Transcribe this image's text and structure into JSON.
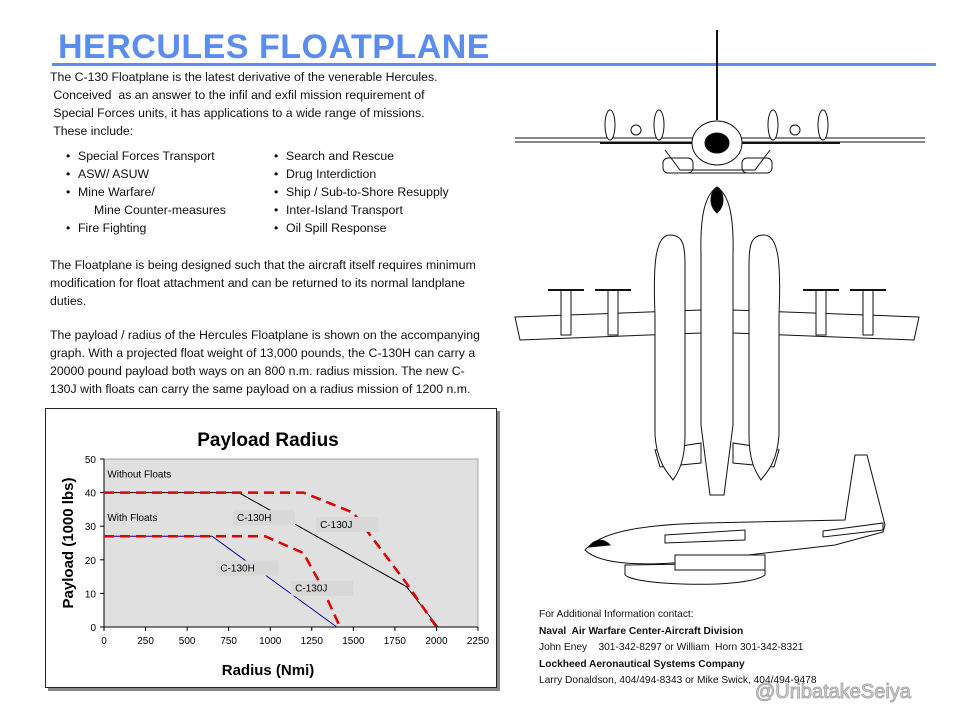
{
  "title": "HERCULES FLOATPLANE",
  "intro": [
    "The C-130 Floatplane is the latest derivative  of the venerable Hercules.",
    " Conceived  as an answer to the infil and exfil mission requirement of",
    " Special Forces units, it has applications to a wide range of missions.",
    " These include:"
  ],
  "missions_left": [
    "Special Forces Transport",
    "ASW/ ASUW",
    "Mine Warfare/",
    "Mine Counter-measures",
    "Fire Fighting"
  ],
  "missions_right": [
    "Search and Rescue",
    "Drug Interdiction",
    "Ship / Sub-to-Shore Resupply",
    "Inter-Island Transport",
    "Oil Spill Response"
  ],
  "paragraph2": "The Floatplane is being designed  such that the aircraft itself requires minimum modification for float attachment and can be returned to its normal landplane duties.",
  "paragraph3": "The payload / radius of the Hercules Floatplane is shown on the accompanying graph.  With a projected float weight of 13,000 pounds, the C-130H can carry a 20000 pound payload both ways on an 800 n.m. radius mission.  The new C-130J with floats can carry the same payload on a radius mission of 1200 n.m.",
  "contact": {
    "heading": "For Additional Information contact:",
    "org1": "Naval  Air Warfare Center-Aircraft Division",
    "people1": "John Eney    301-342-8297 or William  Horn 301-342-8321",
    "org2": "Lockheed Aeronautical Systems Company",
    "people2": "Larry Donaldson, 404/494-8343 or Mike Swick, 404/494-9478"
  },
  "watermark": "@UribatakeSeiya",
  "chart_data": {
    "type": "line",
    "title": "Payload Radius",
    "xlabel": "Radius (Nmi)",
    "ylabel": "Payload (1000 lbs)",
    "xlim": [
      0,
      2250
    ],
    "ylim": [
      0,
      50
    ],
    "xticks": [
      "0",
      "250",
      "500",
      "750",
      "1000",
      "1250",
      "1500",
      "1750",
      "2000",
      "2250"
    ],
    "yticks": [
      "0",
      "10",
      "20",
      "30",
      "40",
      "50"
    ],
    "annotations": [
      "Without Floats",
      "With Floats",
      "C-130H",
      "C-130J",
      "C-130H",
      "C-130J"
    ],
    "series": [
      {
        "name": "C-130H Without Floats",
        "color": "#000000",
        "style": "solid",
        "points": [
          [
            0,
            40
          ],
          [
            810,
            40
          ],
          [
            1820,
            12
          ],
          [
            2010,
            0
          ]
        ]
      },
      {
        "name": "C-130J Without Floats",
        "color": "#e00000",
        "style": "dashed",
        "points": [
          [
            0,
            40
          ],
          [
            1200,
            40
          ],
          [
            1500,
            34
          ],
          [
            1820,
            13
          ],
          [
            2000,
            0
          ]
        ]
      },
      {
        "name": "C-130H With Floats",
        "color": "#0000a0",
        "style": "solid",
        "points": [
          [
            0,
            27
          ],
          [
            650,
            27
          ],
          [
            1400,
            0
          ]
        ]
      },
      {
        "name": "C-130J With Floats",
        "color": "#e00000",
        "style": "dashed",
        "points": [
          [
            0,
            27
          ],
          [
            970,
            27
          ],
          [
            1200,
            22
          ],
          [
            1300,
            13
          ],
          [
            1420,
            0
          ]
        ]
      }
    ]
  }
}
